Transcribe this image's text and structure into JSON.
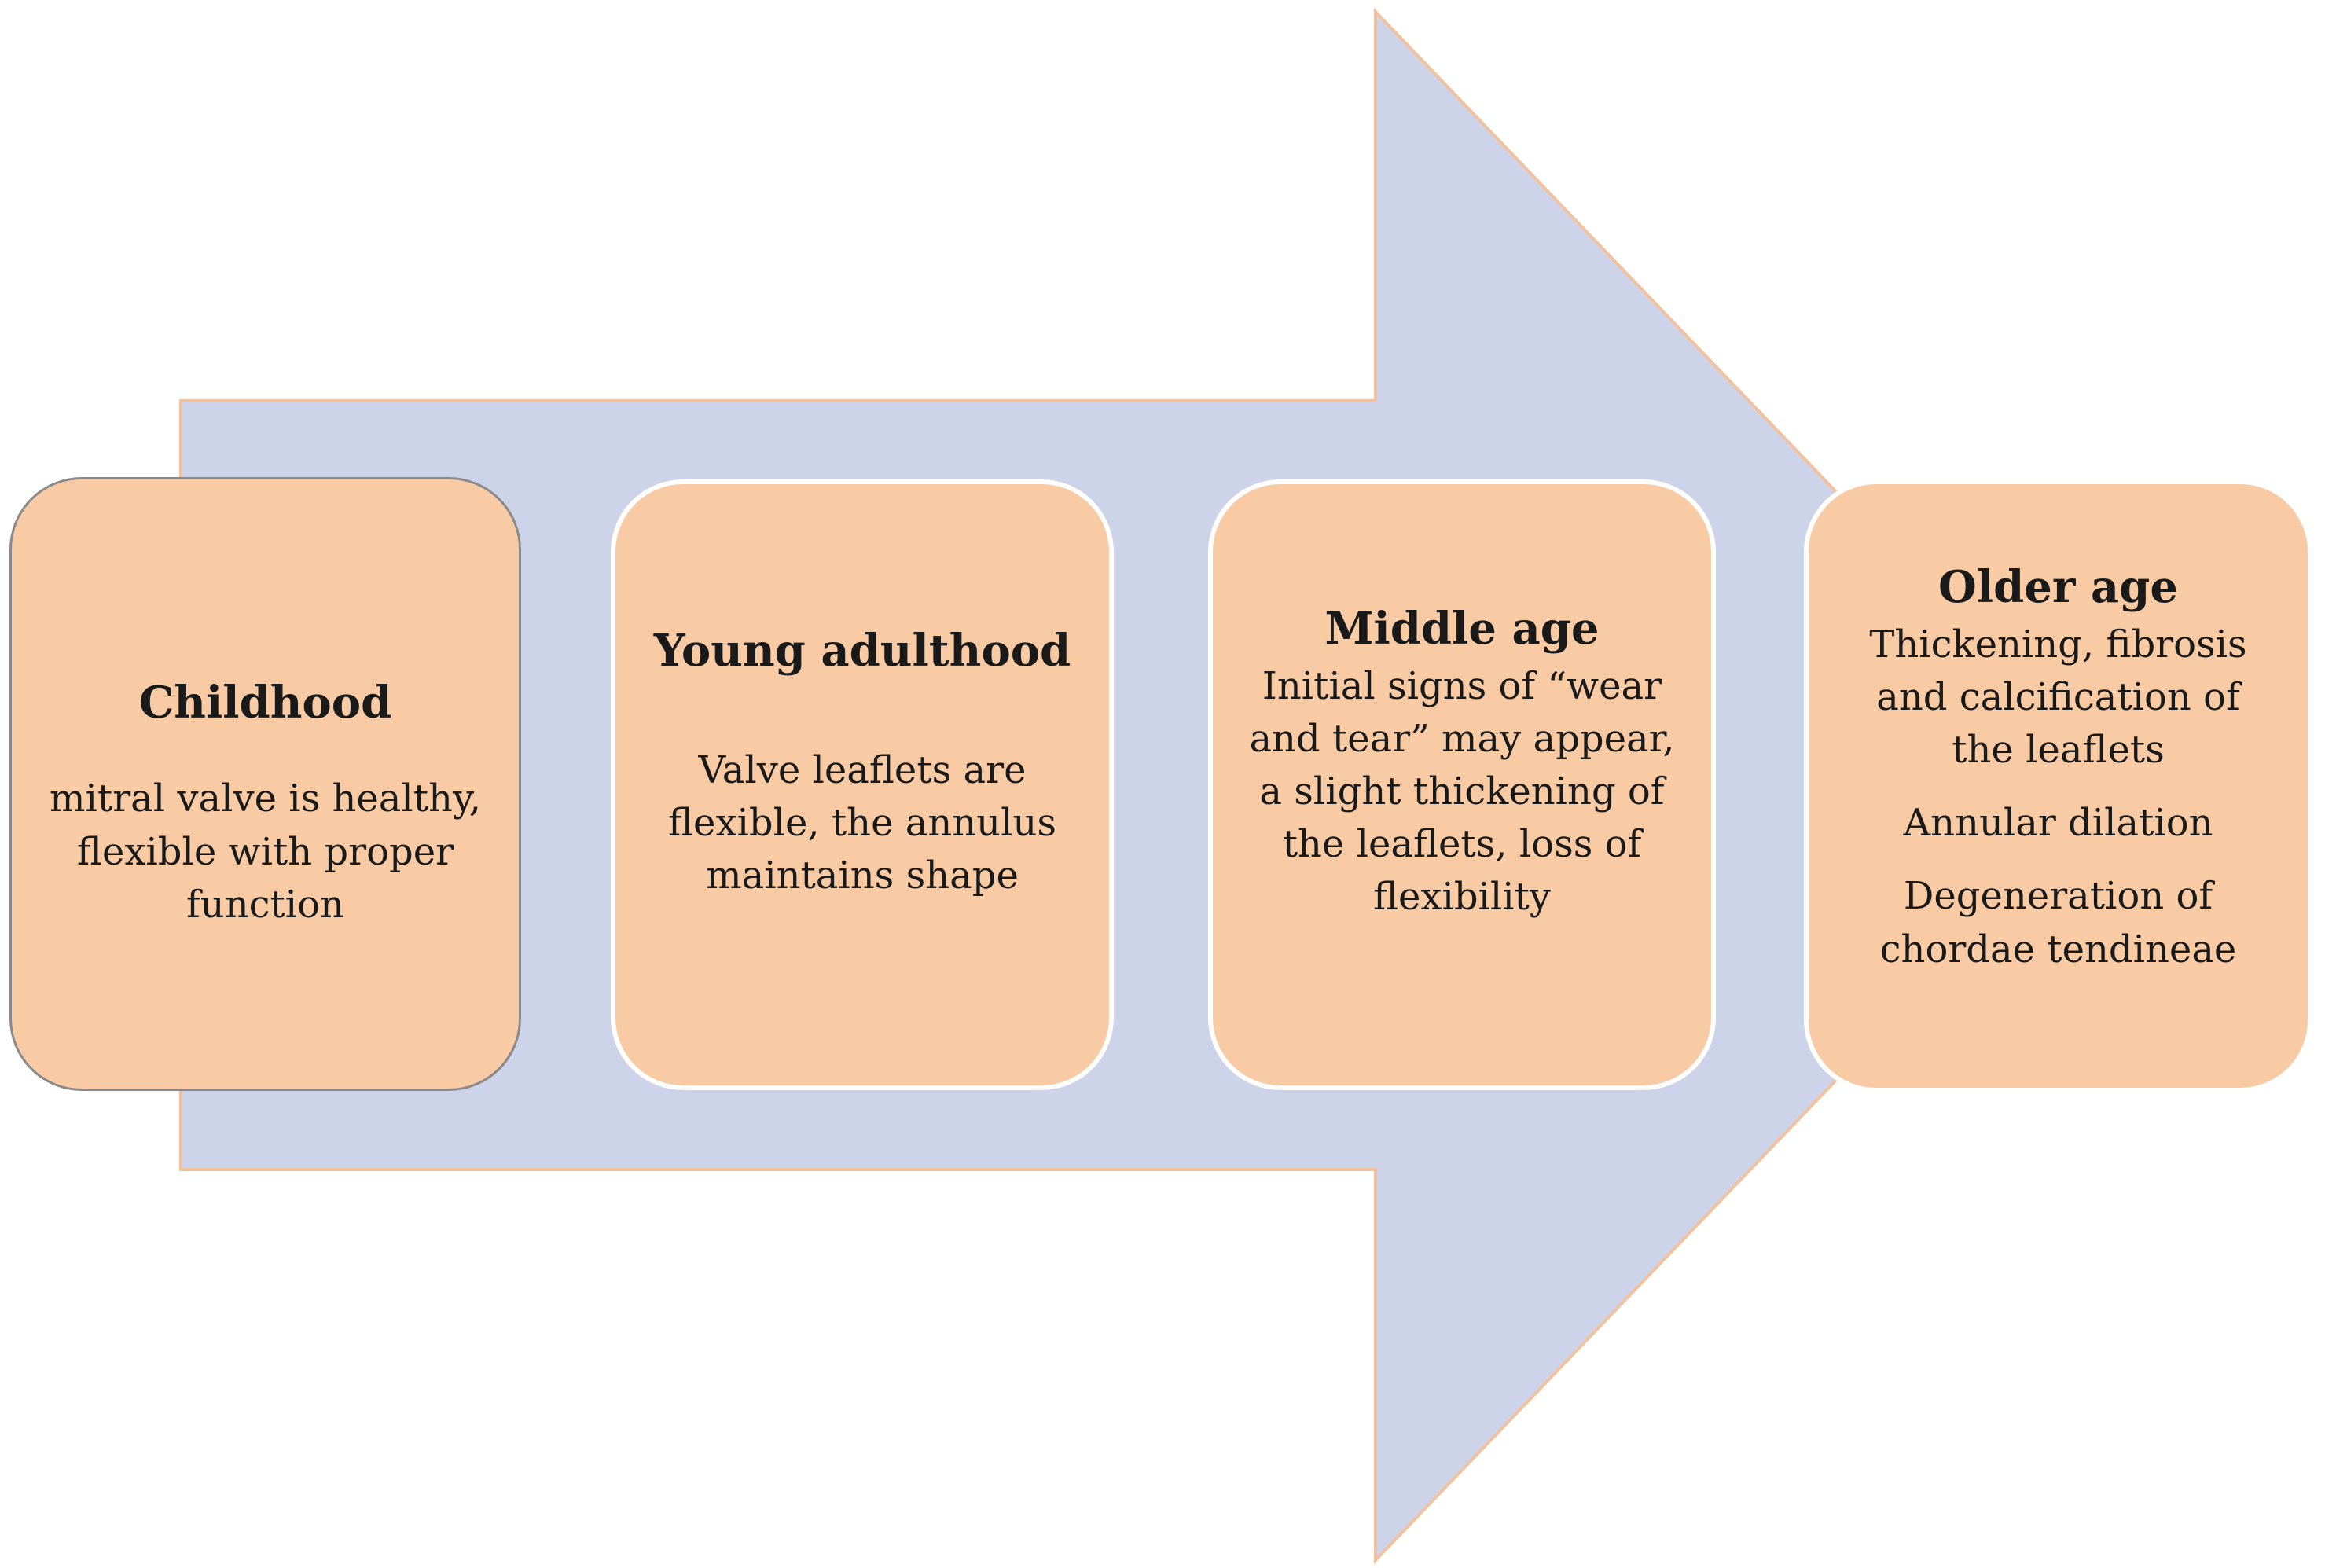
{
  "diagram": {
    "stages": [
      {
        "title": "Childhood",
        "paragraphs": [
          "mitral valve is healthy,\nflexible with proper\nfunction"
        ]
      },
      {
        "title": "Young adulthood",
        "paragraphs": [
          "Valve leaflets are\nflexible, the annulus\nmaintains shape"
        ]
      },
      {
        "title": "Middle age",
        "paragraphs": [
          "Initial signs of “wear\nand tear” may appear,\na slight thickening of\nthe leaflets, loss of\nflexibility"
        ]
      },
      {
        "title": "Older age",
        "paragraphs": [
          "Thickening, fibrosis\nand calcification of\nthe leaflets",
          "Annular dilation",
          "Degeneration of\nchordae tendineae"
        ]
      }
    ],
    "colors": {
      "arrow_fill": "#cdd4e9",
      "arrow_outline": "#f2c29e",
      "box_fill": "#f8cba5",
      "box_border_first": "#8a8a8a",
      "box_border": "#ffffff",
      "text": "#1a1a1a"
    }
  }
}
